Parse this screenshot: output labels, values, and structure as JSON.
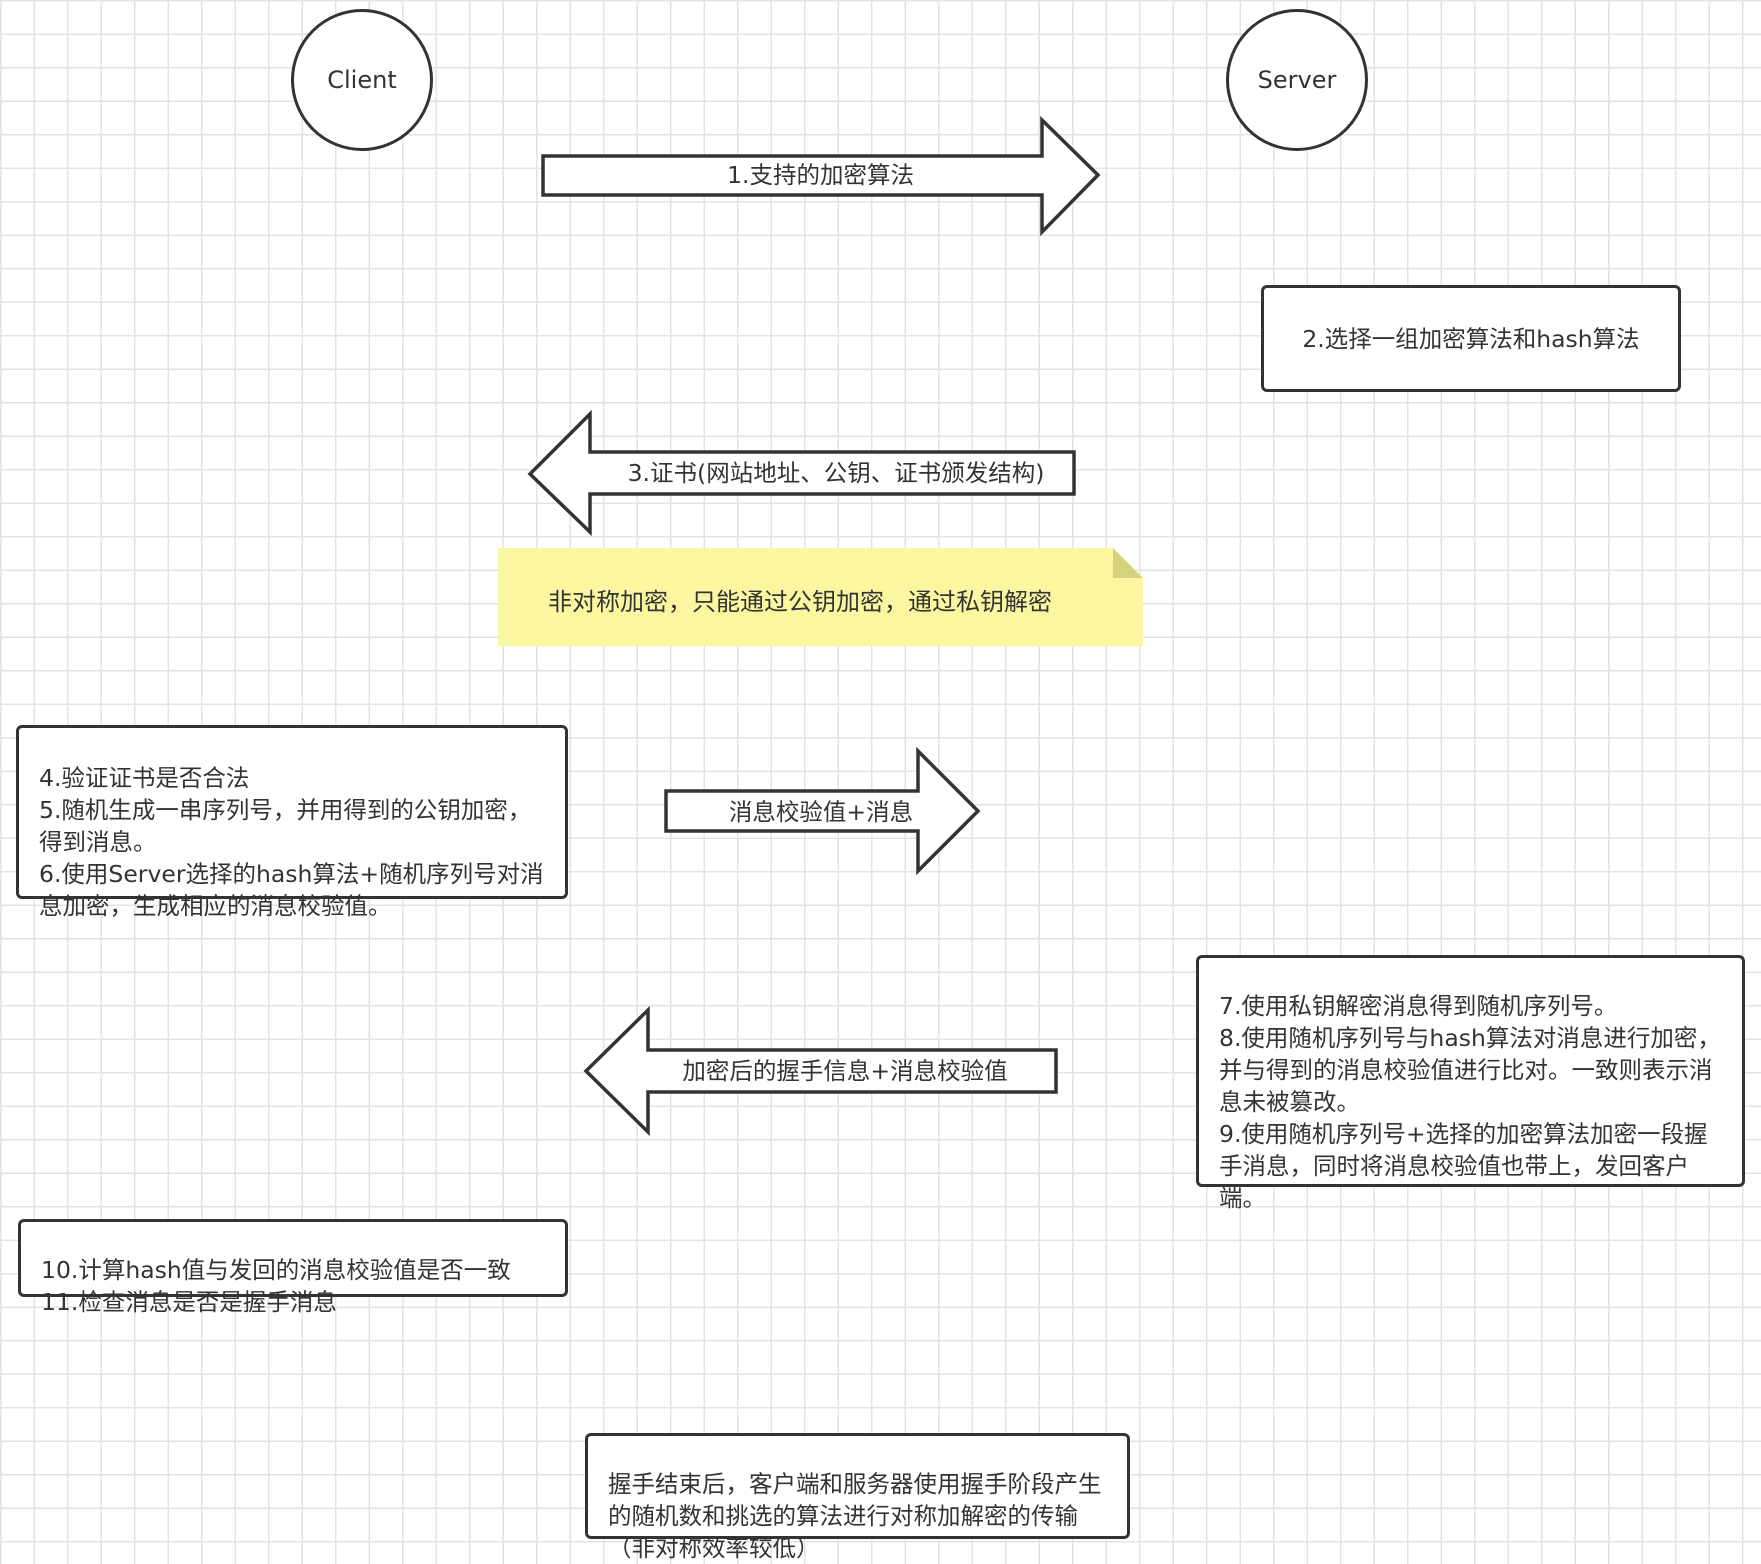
{
  "actors": {
    "client": "Client",
    "server": "Server"
  },
  "arrows": {
    "a1": "1.支持的加密算法",
    "a3": "3.证书(网站地址、公钥、证书颁发结构)",
    "a_msg": "消息校验值+消息",
    "a_hand": "加密后的握手信息+消息校验值"
  },
  "note": "非对称加密，只能通过公钥加密，通过私钥解密",
  "steps": {
    "s2": "2.选择一组加密算法和hash算法",
    "s4_6": "4.验证证书是否合法\n5.随机生成一串序列号，并用得到的公钥加密，得到消息。\n6.使用Server选择的hash算法+随机序列号对消息加密，生成相应的消息校验值。",
    "s7_9": "7.使用私钥解密消息得到随机序列号。\n8.使用随机序列号与hash算法对消息进行加密，并与得到的消息校验值进行比对。一致则表示消息未被篡改。\n9.使用随机序列号+选择的加密算法加密一段握手消息，同时将消息校验值也带上，发回客户端。",
    "s10_11": "10.计算hash值与发回的消息校验值是否一致\n11.检查消息是否是握手消息",
    "final": "握手结束后，客户端和服务器使用握手阶段产生的随机数和挑选的算法进行对称加解密的传输（非对称效率较低）"
  },
  "colors": {
    "stroke": "#333333",
    "note_fill": "#fbf7a1",
    "note_fold": "#d5d27e",
    "grid": "#e3e3e3"
  }
}
